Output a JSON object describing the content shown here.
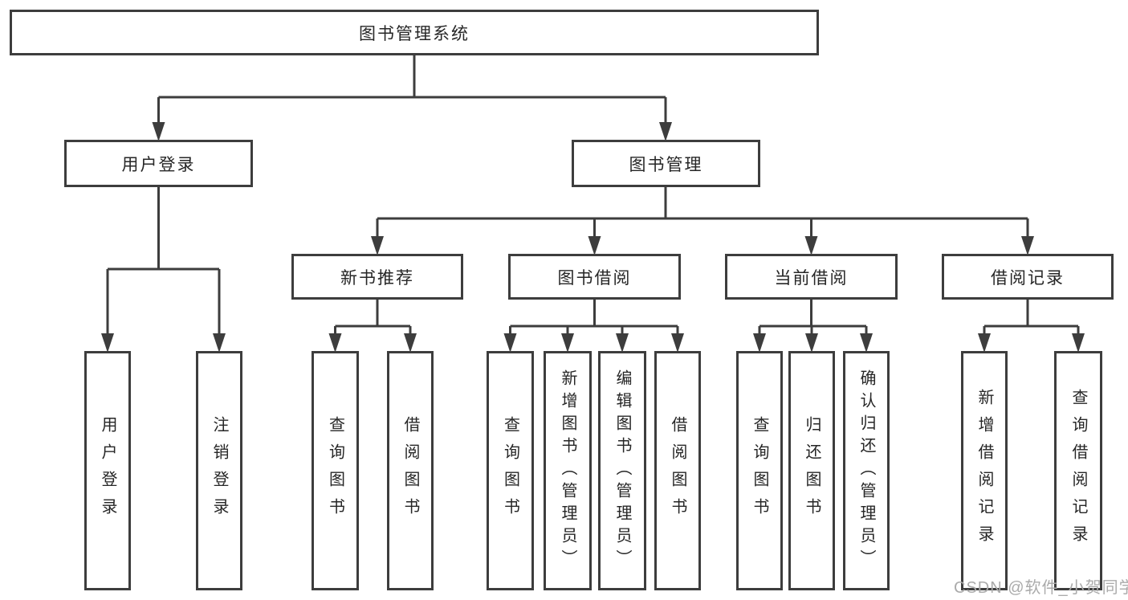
{
  "tree": {
    "root": "图书管理系统",
    "level2": [
      {
        "label": "用户登录"
      },
      {
        "label": "图书管理"
      }
    ],
    "level3": [
      {
        "label": "新书推荐"
      },
      {
        "label": "图书借阅"
      },
      {
        "label": "当前借阅"
      },
      {
        "label": "借阅记录"
      }
    ],
    "leafGroups": [
      {
        "items": [
          {
            "label": "用户登录"
          },
          {
            "label": "注销登录"
          }
        ]
      },
      {
        "items": [
          {
            "label": "查询图书"
          },
          {
            "label": "借阅图书"
          }
        ]
      },
      {
        "items": [
          {
            "label": "查询图书"
          },
          {
            "label": "新增图书（管理员）"
          },
          {
            "label": "编辑图书（管理员）"
          },
          {
            "label": "借阅图书"
          }
        ]
      },
      {
        "items": [
          {
            "label": "查询图书"
          },
          {
            "label": "归还图书"
          },
          {
            "label": "确认归还（管理员）"
          }
        ]
      },
      {
        "items": [
          {
            "label": "新增借阅记录"
          },
          {
            "label": "查询借阅记录"
          }
        ]
      }
    ]
  },
  "watermark": {
    "text": "CSDN @软件_小贺同学"
  },
  "colors": {
    "line": "#3d3d3d",
    "text": "#262626",
    "background": "#ffffff",
    "watermark": "#ababab"
  }
}
